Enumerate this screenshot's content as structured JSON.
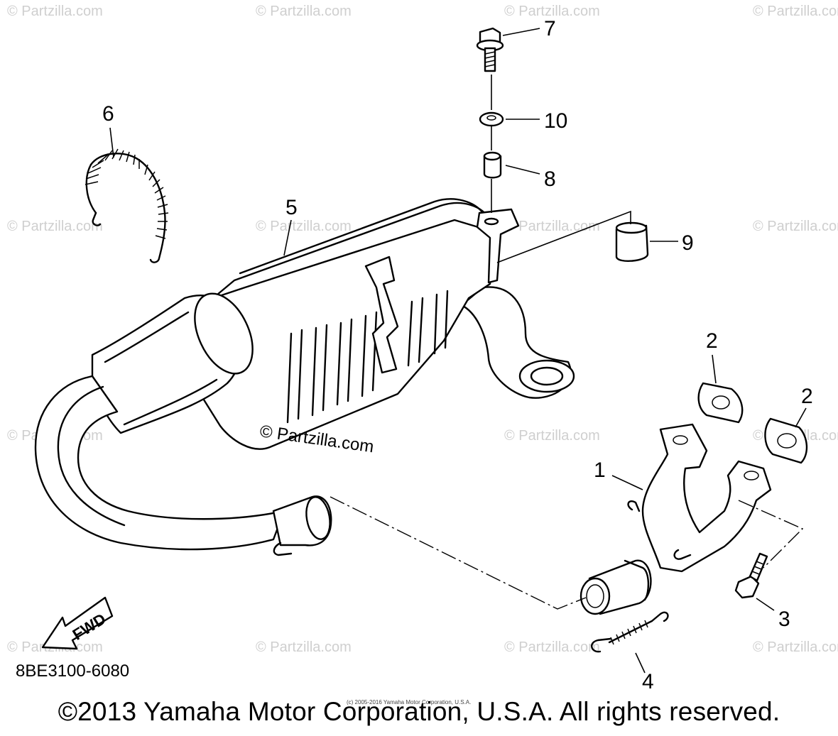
{
  "diagram": {
    "part_code": "8BE3100-6080",
    "copyright": "©2013 Yamaha Motor Corporation, U.S.A. All rights reserved.",
    "tiny_copyright": "(c) 2005-2016 Yamaha Motor Corporation, U.S.A.",
    "fwd_label": "FWD",
    "watermark": "© Partzilla.com",
    "center_watermark": "© Partzilla.com",
    "callouts": {
      "c1": "1",
      "c2a": "2",
      "c2b": "2",
      "c3": "3",
      "c4": "4",
      "c5": "5",
      "c6": "6",
      "c7": "7",
      "c8": "8",
      "c9": "9",
      "c10": "10"
    }
  }
}
